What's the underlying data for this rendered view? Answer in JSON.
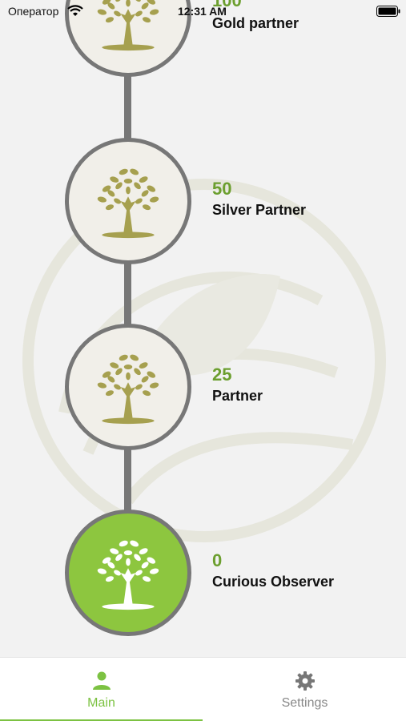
{
  "status_bar": {
    "carrier": "Оператор",
    "time": "12:31 AM"
  },
  "colors": {
    "accent": "#7cc242",
    "active_node": "#8dc63f",
    "points_text": "#6c9f2f",
    "tree_olive": "#a6a04f",
    "connector": "#777777"
  },
  "levels": [
    {
      "points": "100",
      "name": "Gold partner",
      "active": false
    },
    {
      "points": "50",
      "name": "Silver Partner",
      "active": false
    },
    {
      "points": "25",
      "name": "Partner",
      "active": false
    },
    {
      "points": "0",
      "name": "Curious Observer",
      "active": true
    }
  ],
  "tab_bar": {
    "tabs": [
      {
        "label": "Main",
        "icon": "person-icon",
        "selected": true
      },
      {
        "label": "Settings",
        "icon": "gear-icon",
        "selected": false
      }
    ]
  }
}
